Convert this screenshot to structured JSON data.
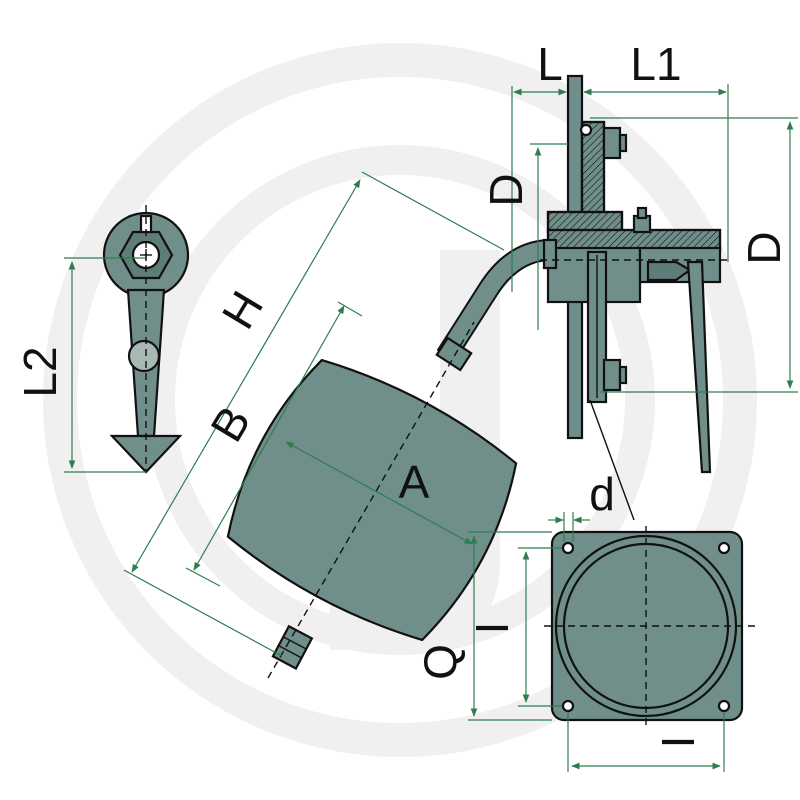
{
  "labels": {
    "L": "L",
    "L1": "L1",
    "L2": "L2",
    "D_left": "D",
    "D_right": "D",
    "H": "H",
    "B": "B",
    "A": "A",
    "d": "d",
    "Q": "Q",
    "I_vertical": "I",
    "I_horizontal": "I"
  },
  "colors": {
    "part_fill": "#708f8b",
    "part_fill_dark": "#5e7c78",
    "outline": "#111111",
    "dimension_line": "#2e7d4f",
    "watermark": "#f0f0f0",
    "background": "#ffffff"
  }
}
